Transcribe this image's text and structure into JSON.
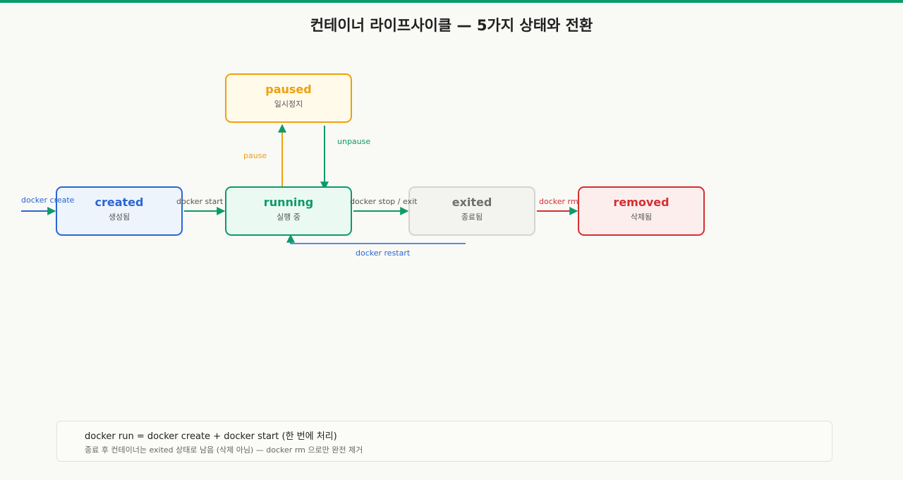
{
  "title": "컨테이너 라이프사이클 — 5가지 상태와 전환",
  "colors": {
    "accent_bar": "#0c9a6a",
    "created": "#2a66d4",
    "running": "#0c9a6a",
    "paused": "#f0a00a",
    "exited": "#777777",
    "removed": "#d3302f"
  },
  "states": {
    "created": {
      "name": "created",
      "desc": "생성됨"
    },
    "running": {
      "name": "running",
      "desc": "실행 중"
    },
    "paused": {
      "name": "paused",
      "desc": "일시정지"
    },
    "exited": {
      "name": "exited",
      "desc": "종료됨"
    },
    "removed": {
      "name": "removed",
      "desc": "삭제됨"
    }
  },
  "transitions": {
    "create": "docker create",
    "start": "docker start",
    "stop": "docker stop / exit",
    "rm": "docker rm",
    "pause": "pause",
    "unpause": "unpause",
    "restart": "docker restart"
  },
  "notes": {
    "line1": "docker run = docker create + docker start (한 번에 처리)",
    "line2": "종료 후 컨테이너는 exited 상태로 남음 (삭제 아님) — docker rm 으로만 완전 제거"
  }
}
